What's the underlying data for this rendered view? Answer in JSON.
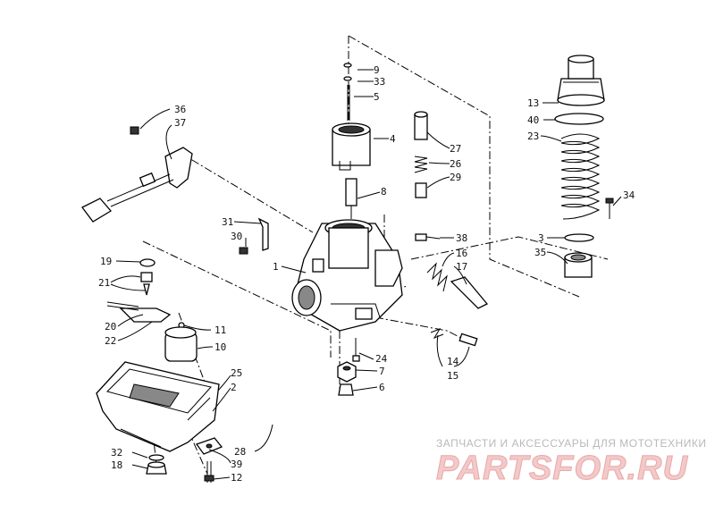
{
  "callouts": [
    {
      "num": "9"
    },
    {
      "num": "33"
    },
    {
      "num": "5"
    },
    {
      "num": "4"
    },
    {
      "num": "8"
    },
    {
      "num": "27"
    },
    {
      "num": "26"
    },
    {
      "num": "29"
    },
    {
      "num": "13"
    },
    {
      "num": "40"
    },
    {
      "num": "23"
    },
    {
      "num": "34"
    },
    {
      "num": "3"
    },
    {
      "num": "35"
    },
    {
      "num": "36"
    },
    {
      "num": "37"
    },
    {
      "num": "31"
    },
    {
      "num": "30"
    },
    {
      "num": "1"
    },
    {
      "num": "38"
    },
    {
      "num": "16"
    },
    {
      "num": "17"
    },
    {
      "num": "19"
    },
    {
      "num": "21"
    },
    {
      "num": "20"
    },
    {
      "num": "22"
    },
    {
      "num": "11"
    },
    {
      "num": "10"
    },
    {
      "num": "25"
    },
    {
      "num": "2"
    },
    {
      "num": "24"
    },
    {
      "num": "7"
    },
    {
      "num": "6"
    },
    {
      "num": "14"
    },
    {
      "num": "15"
    },
    {
      "num": "28"
    },
    {
      "num": "32"
    },
    {
      "num": "18"
    },
    {
      "num": "39"
    },
    {
      "num": "12"
    }
  ],
  "watermark": {
    "tagline": "ЗАПЧАСТИ И АКСЕССУАРЫ ДЛЯ МОТОТЕХНИКИ",
    "brand": "PARTSFOR.RU"
  }
}
